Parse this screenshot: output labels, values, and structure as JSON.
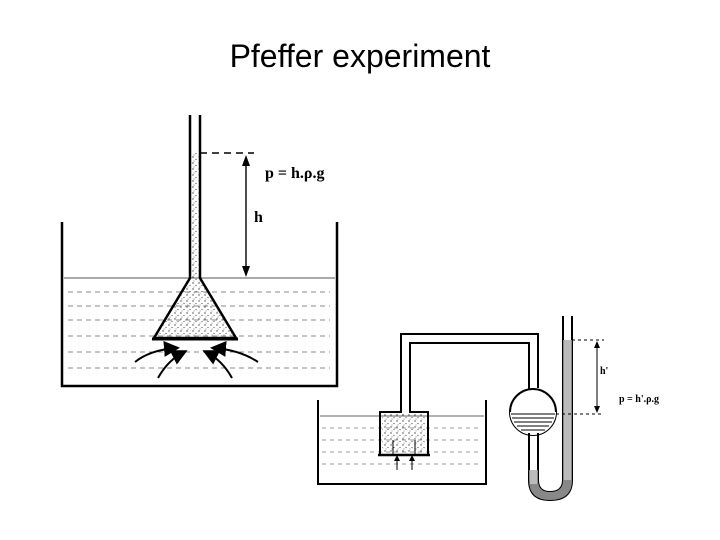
{
  "title": "Pfeffer experiment",
  "labels": {
    "pressure_formula_1": "p = h.ρ.g",
    "height_1": "h",
    "height_2": "h'",
    "pressure_formula_2": "p = h'.ρ.g"
  }
}
